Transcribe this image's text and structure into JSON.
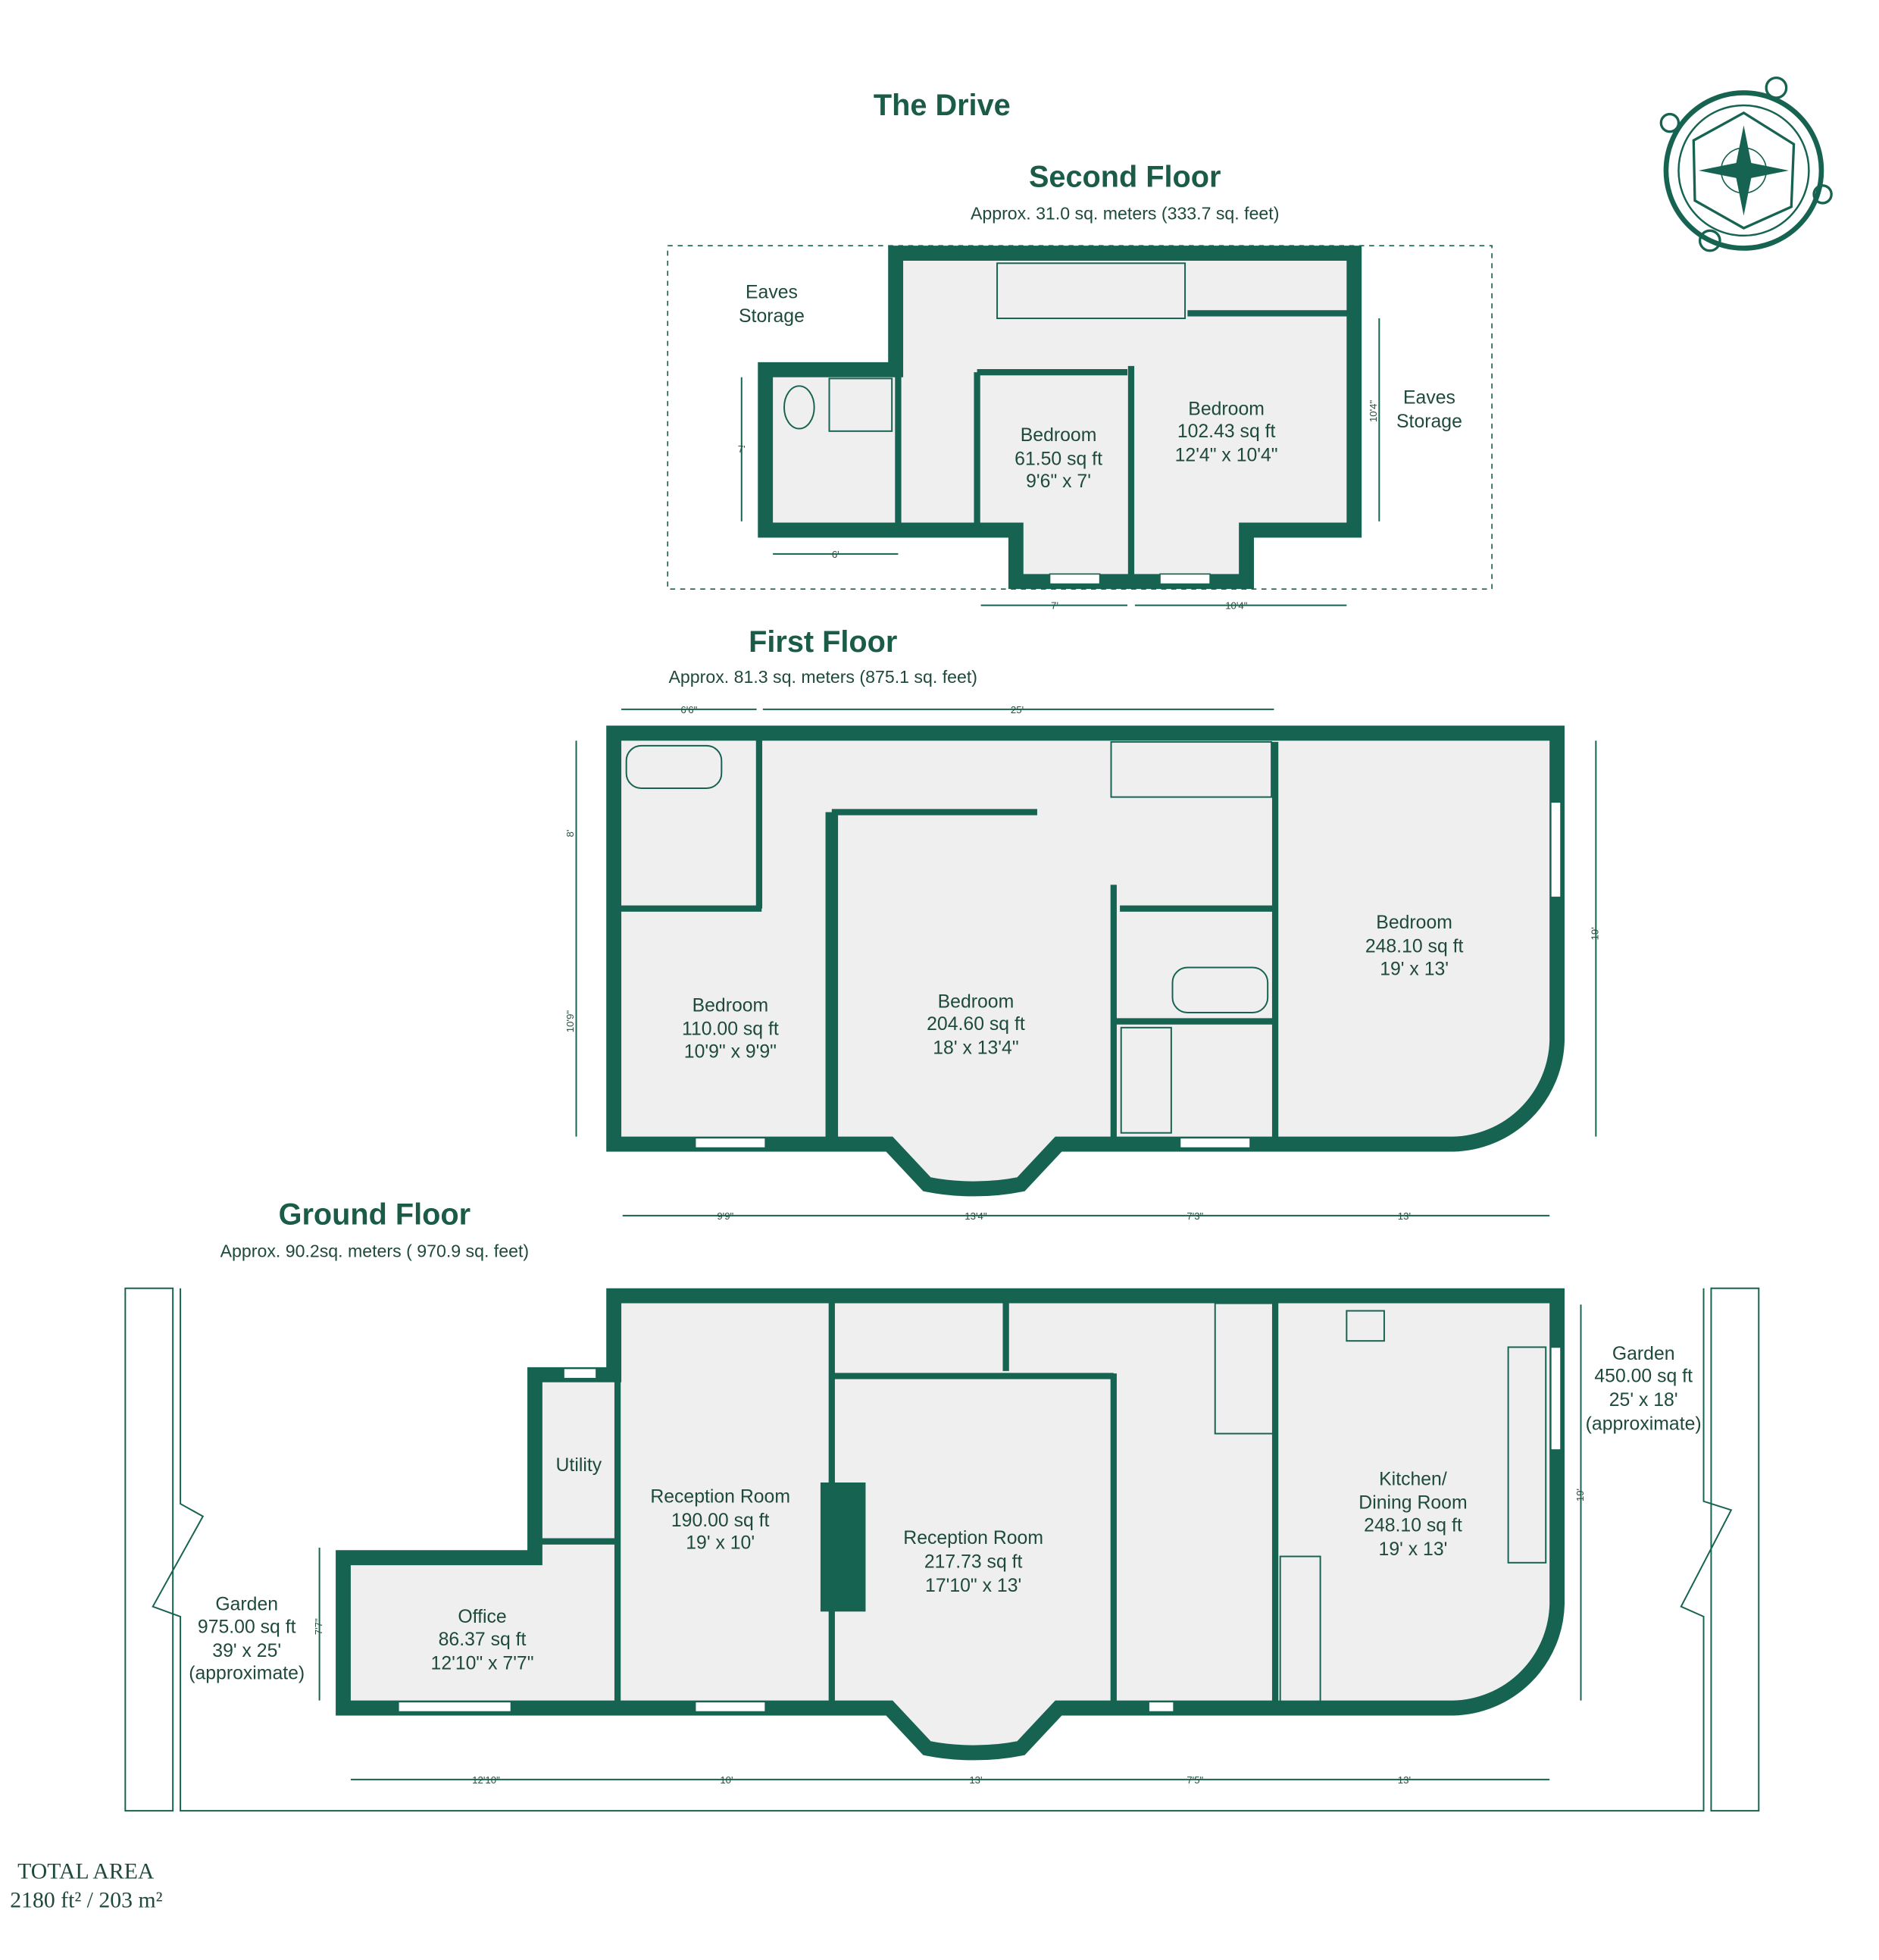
{
  "title": "The Drive",
  "colors": {
    "wall": "#176351",
    "floor": "#efefef",
    "text": "#1e4a3a"
  },
  "compass_icon": "compass-rose-icon",
  "second_floor": {
    "name": "Second Floor",
    "area": "Approx. 31.0 sq. meters (333.7 sq. feet)",
    "eaves_left": [
      "Eaves",
      "Storage"
    ],
    "eaves_right": [
      "Eaves",
      "Storage"
    ],
    "rooms": [
      {
        "name": "Bedroom",
        "area": "61.50 sq ft",
        "size": "9'6\" x 7'"
      },
      {
        "name": "Bedroom",
        "area": "102.43 sq ft",
        "size": "12'4\" x 10'4\""
      }
    ],
    "dims": [
      "7'",
      "6'",
      "7'",
      "10'4\"",
      "10'4\""
    ]
  },
  "first_floor": {
    "name": "First Floor",
    "area": "Approx. 81.3 sq. meters (875.1 sq. feet)",
    "rooms": [
      {
        "name": "Bedroom",
        "area": "248.10 sq ft",
        "size": "19' x 13'"
      },
      {
        "name": "Bedroom",
        "area": "110.00 sq ft",
        "size": "10'9\" x 9'9\""
      },
      {
        "name": "Bedroom",
        "area": "204.60 sq ft",
        "size": "18' x 13'4\""
      }
    ],
    "dims": [
      "6'6\"",
      "25'",
      "8'",
      "10'9\"",
      "19'",
      "9'9\"",
      "13'4\"",
      "7'3\"",
      "13'"
    ]
  },
  "ground_floor": {
    "name": "Ground Floor",
    "area": "Approx. 90.2sq. meters ( 970.9 sq. feet)",
    "rooms": [
      {
        "name": "Utility"
      },
      {
        "name": "Reception Room",
        "area": "190.00 sq ft",
        "size": "19' x 10'"
      },
      {
        "name": "Reception Room",
        "area": "217.73 sq ft",
        "size": "17'10\" x 13'"
      },
      {
        "name": "Kitchen/",
        "name2": "Dining Room",
        "area": "248.10 sq ft",
        "size": "19' x 13'"
      },
      {
        "name": "Office",
        "area": "86.37 sq ft",
        "size": "12'10\" x 7'7\""
      }
    ],
    "garden_left": {
      "name": "Garden",
      "area": "975.00 sq ft",
      "size": "39' x 25'",
      "note": "(approximate)"
    },
    "garden_right": {
      "name": "Garden",
      "area": "450.00 sq ft",
      "size": "25' x 18'",
      "note": "(approximate)"
    },
    "dims": [
      "7'7\"",
      "19'",
      "12'10\"",
      "10'",
      "13'",
      "7'5\"",
      "13'"
    ]
  },
  "total": {
    "label": "TOTAL AREA",
    "value": "2180 ft² / 203 m²"
  }
}
